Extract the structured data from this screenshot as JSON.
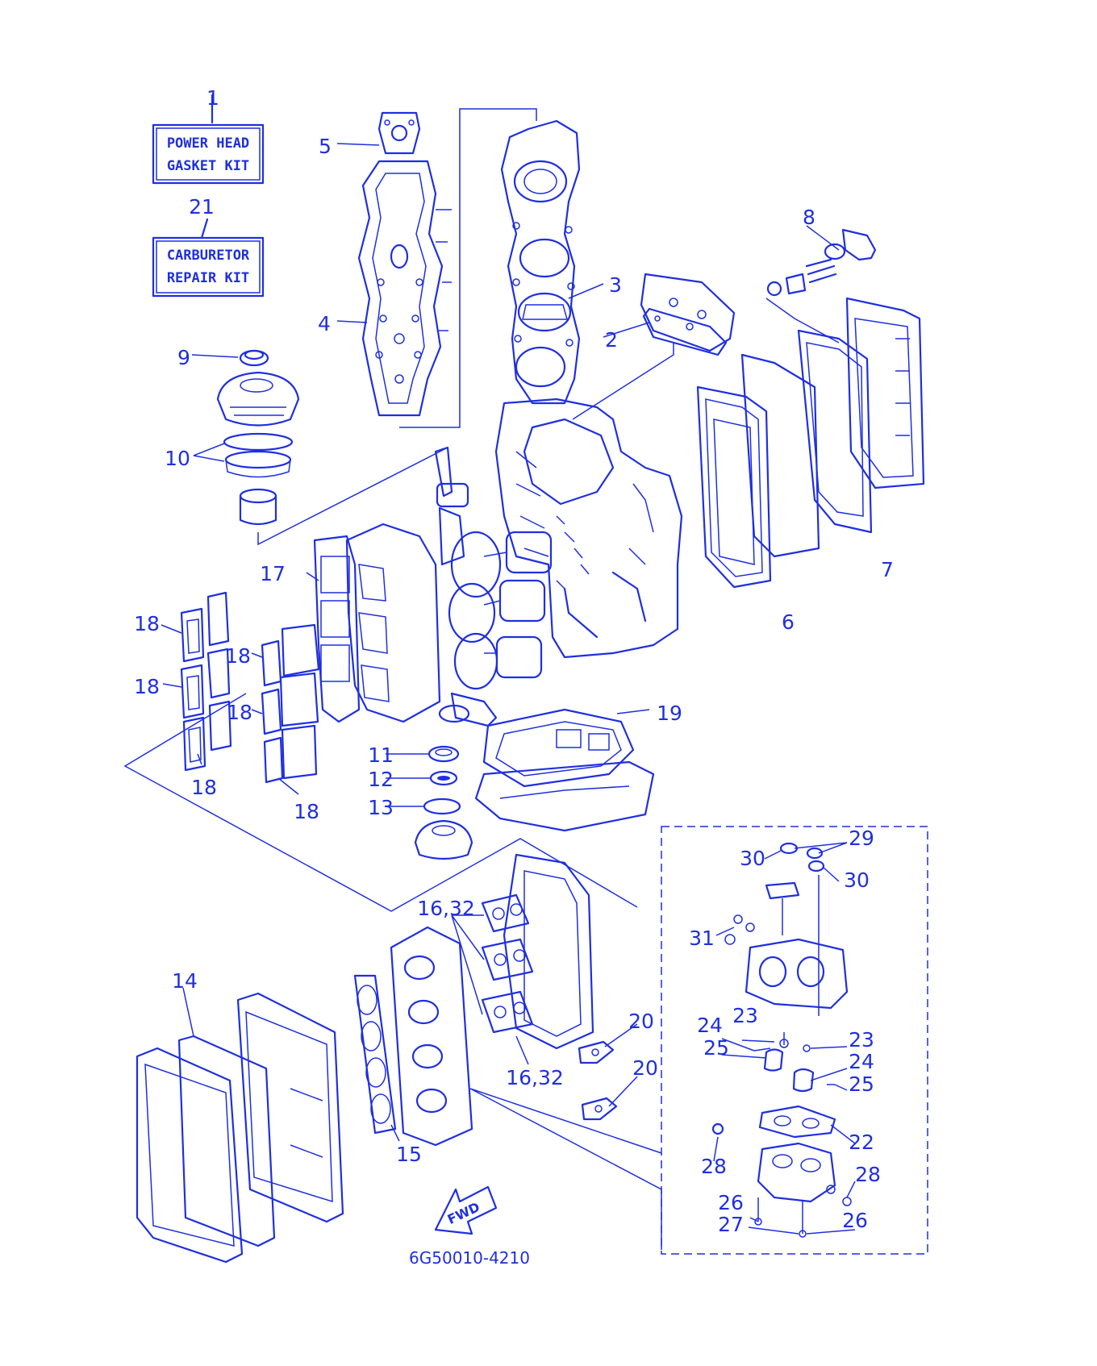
{
  "kits": {
    "kit1": {
      "number": "1",
      "line1": "POWER HEAD",
      "line2": "GASKET KIT"
    },
    "kit21": {
      "number": "21",
      "line1": "CARBURETOR",
      "line2": "REPAIR KIT"
    }
  },
  "callouts": {
    "c2": "2",
    "c3": "3",
    "c4": "4",
    "c5": "5",
    "c6": "6",
    "c7": "7",
    "c8": "8",
    "c9": "9",
    "c10": "10",
    "c11": "11",
    "c12": "12",
    "c13": "13",
    "c14": "14",
    "c15": "15",
    "c16a": "16,32",
    "c16b": "16,32",
    "c17": "17",
    "c18a": "18",
    "c18b": "18",
    "c18c": "18",
    "c18d": "18",
    "c18e": "18",
    "c18f": "18",
    "c19": "19",
    "c20a": "20",
    "c20b": "20",
    "c22": "22",
    "c23a": "23",
    "c23b": "23",
    "c24a": "24",
    "c24b": "24",
    "c25a": "25",
    "c25b": "25",
    "c26a": "26",
    "c26b": "26",
    "c27": "27",
    "c28a": "28",
    "c28b": "28",
    "c29": "29",
    "c30a": "30",
    "c30b": "30",
    "c31": "31"
  },
  "fwd_label": "FWD",
  "drawing_code": "6G50010-4210",
  "colors": {
    "ink": "#1f2fe0",
    "background": "#ffffff"
  }
}
